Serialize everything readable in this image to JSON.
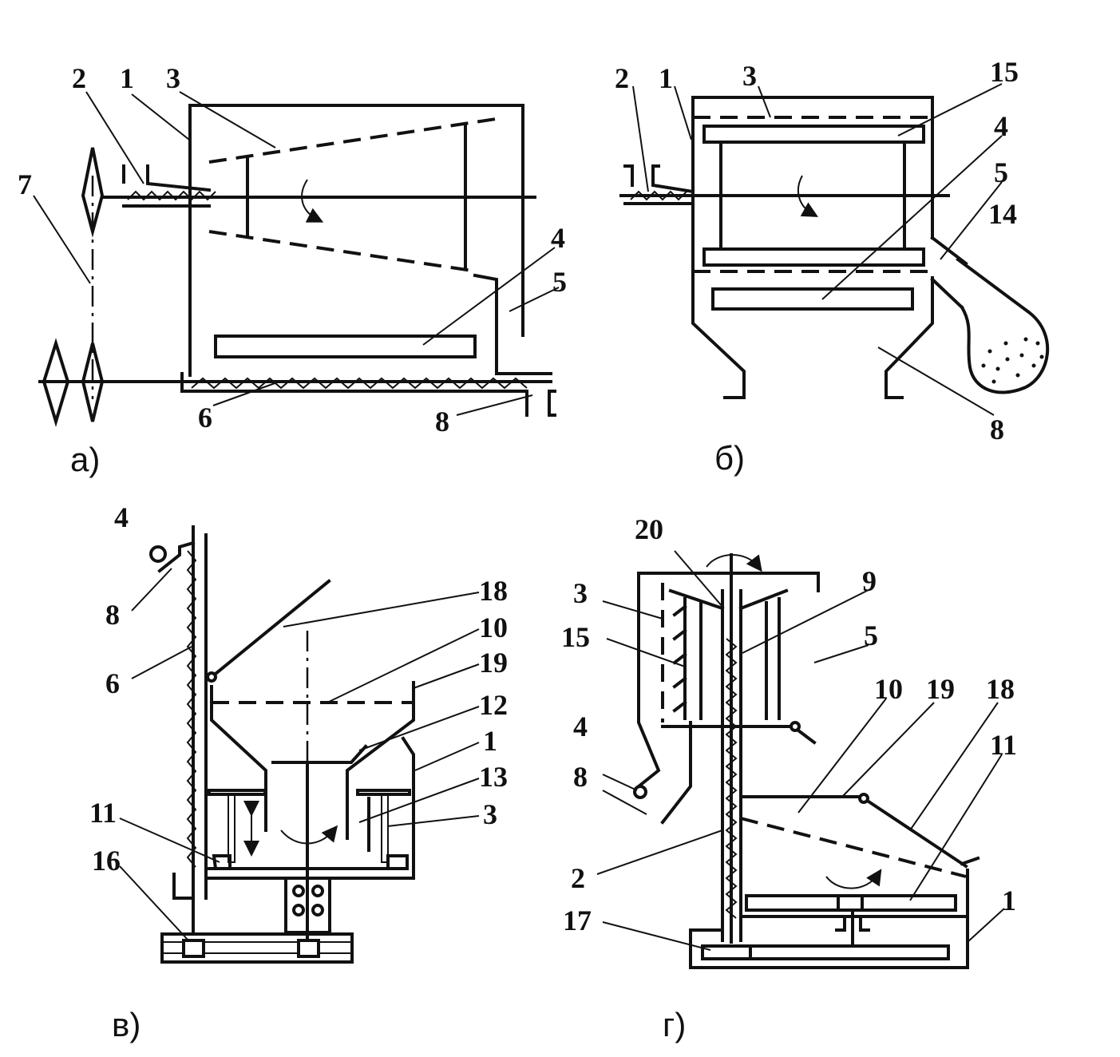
{
  "panels": {
    "a": {
      "caption": "а)",
      "labels": {
        "n1": "1",
        "n2": "2",
        "n3": "3",
        "n4": "4",
        "n5": "5",
        "n6": "6",
        "n7": "7",
        "n8": "8"
      }
    },
    "b": {
      "caption": "б)",
      "labels": {
        "n1": "1",
        "n2": "2",
        "n3": "3",
        "n4": "4",
        "n5": "5",
        "n8": "8",
        "n14": "14",
        "n15": "15"
      }
    },
    "v": {
      "caption": "в)",
      "labels": {
        "n1": "1",
        "n3": "3",
        "n4": "4",
        "n6": "6",
        "n8": "8",
        "n10": "10",
        "n11": "11",
        "n12": "12",
        "n13": "13",
        "n16": "16",
        "n18": "18",
        "n19": "19"
      }
    },
    "g": {
      "caption": "г)",
      "labels": {
        "n1": "1",
        "n2": "2",
        "n3": "3",
        "n4": "4",
        "n5": "5",
        "n8": "8",
        "n9": "9",
        "n10": "10",
        "n11": "11",
        "n15": "15",
        "n17": "17",
        "n18": "18",
        "n19": "19",
        "n20": "20"
      }
    }
  }
}
